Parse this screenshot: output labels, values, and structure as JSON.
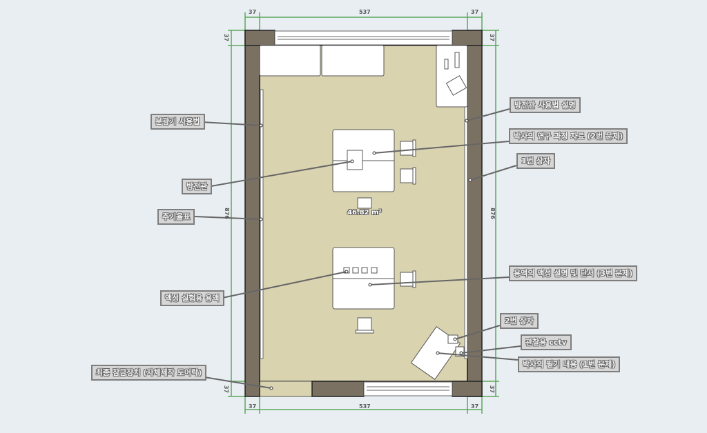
{
  "dimensions": {
    "top": [
      "37",
      "537",
      "37"
    ],
    "bottom": [
      "37",
      "537",
      "37"
    ],
    "left": [
      "37",
      "876",
      "37"
    ],
    "right": [
      "37",
      "876",
      "37"
    ]
  },
  "area": "46.82 m²",
  "labels_left": [
    "분광기 사용법",
    "방전관",
    "주기율표",
    "액성 실험용 용액",
    "최종 잠금장치 (자체제작 도어락)"
  ],
  "labels_right": [
    "방전관 사용법 설명",
    "박사의 연구 과정 자료 (2번 문제)",
    "1번 상자",
    "용액의 액성 설명 및 단서 (3번 문제)",
    "2번 상자",
    "관찰용 cctv",
    "박사의 필기 내용 (1번 문제)"
  ],
  "colors": {
    "floor": "#d9d3b0",
    "wall": "#7a7163",
    "dimension": "#5aa85a",
    "background": "#e8eef2"
  }
}
